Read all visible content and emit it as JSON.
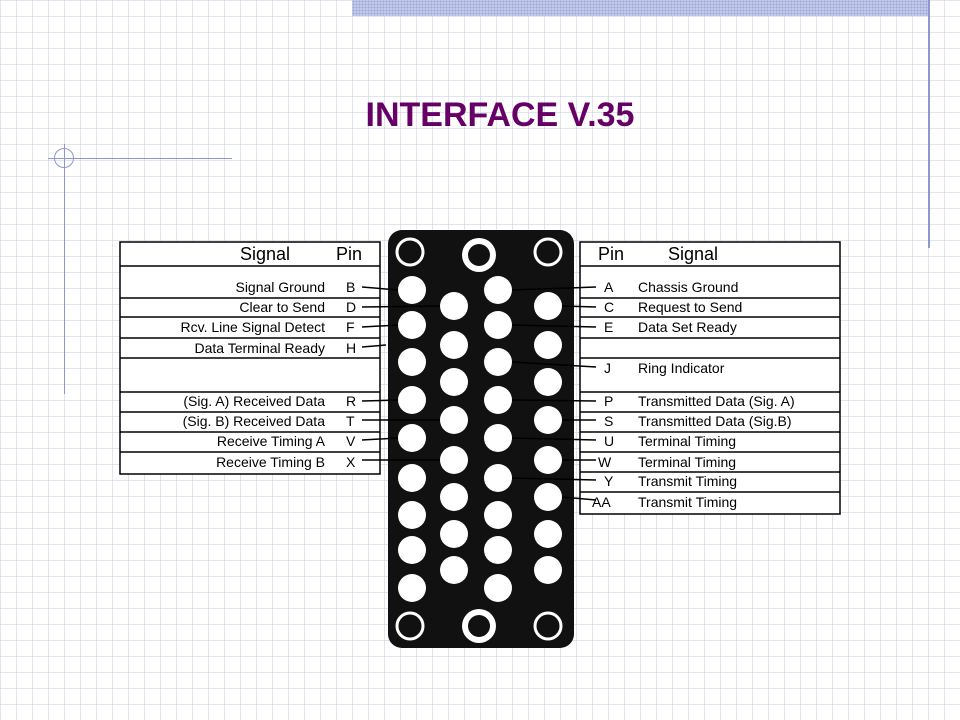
{
  "title": "INTERFACE V.35",
  "left_table": {
    "header_signal": "Signal",
    "header_pin": "Pin",
    "rows": [
      {
        "signal": "Signal Ground",
        "pin": "B"
      },
      {
        "signal": "Clear to Send",
        "pin": "D"
      },
      {
        "signal": "Rcv. Line Signal Detect",
        "pin": "F"
      },
      {
        "signal": "Data Terminal Ready",
        "pin": "H"
      },
      {
        "signal": "",
        "pin": ""
      },
      {
        "signal": "(Sig. A) Received Data",
        "pin": "R"
      },
      {
        "signal": "(Sig. B) Received Data",
        "pin": "T"
      },
      {
        "signal": "Receive Timing A",
        "pin": "V"
      },
      {
        "signal": "Receive Timing B",
        "pin": "X"
      }
    ]
  },
  "right_table": {
    "header_pin": "Pin",
    "header_signal": "Signal",
    "rows": [
      {
        "pin": "A",
        "signal": "Chassis Ground"
      },
      {
        "pin": "C",
        "signal": "Request to Send"
      },
      {
        "pin": "E",
        "signal": "Data Set Ready"
      },
      {
        "pin": "",
        "signal": ""
      },
      {
        "pin": "J",
        "signal": "Ring Indicator"
      },
      {
        "pin": "P",
        "signal": "Transmitted Data (Sig. A)"
      },
      {
        "pin": "S",
        "signal": "Transmitted Data (Sig.B)"
      },
      {
        "pin": "U",
        "signal": "Terminal Timing"
      },
      {
        "pin": "W",
        "signal": "Terminal Timing"
      },
      {
        "pin": "Y",
        "signal": "Transmit Timing"
      },
      {
        "pin": "AA",
        "signal": "Transmit Timing"
      }
    ]
  }
}
